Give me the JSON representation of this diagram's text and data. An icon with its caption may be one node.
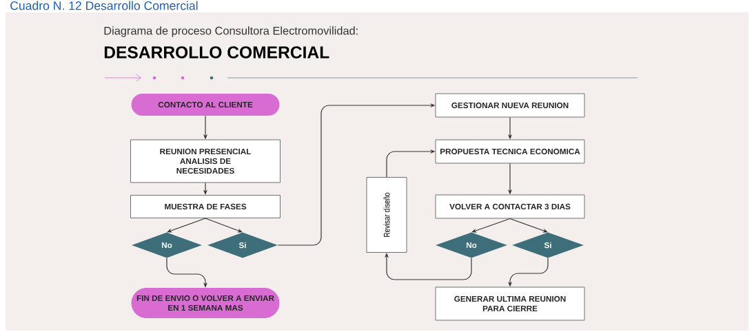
{
  "diagram": {
    "caption": "Cuadro N. 12 Desarrollo Comercial",
    "title": "DESARROLLO COMERCIAL",
    "labels": [
      "Diagrama de proceso Consultora Electromovilidad:"
    ],
    "nodes": [
      {
        "text": [
          "CONTACTO AL CLIENTE"
        ]
      },
      {
        "text": [
          "REUNION PRESENCIAL ANALISIS DE NECESIDADES"
        ]
      },
      {
        "text": [
          "MUESTRA DE FASES"
        ]
      },
      {
        "text": [
          "No"
        ]
      },
      {
        "text": [
          "Si"
        ]
      },
      {
        "text": [
          "FIN DE ENVIO O VOLVER A ENVIAR EN 1 SEMANA MAS"
        ]
      },
      {
        "text": [
          "GESTIONAR NUEVA REUNION"
        ]
      },
      {
        "text": [
          "PROPUESTA TECNICA ECONOMICA"
        ]
      },
      {
        "text": [
          "Revisar diseño"
        ]
      },
      {
        "text": [
          "VOLVER A CONTACTAR 3 DIAS"
        ]
      },
      {
        "text": [
          "No"
        ]
      },
      {
        "text": [
          "Si"
        ]
      },
      {
        "text": [
          "GENERAR ULTIMA REUNION PARA CIERRE"
        ]
      }
    ],
    "edges": [
      {
        "from": 0,
        "to": 1,
        "arrow": "to"
      },
      {
        "from": 1,
        "to": 2,
        "arrow": "to"
      },
      {
        "from": 2,
        "to": 3,
        "arrow": "to"
      },
      {
        "from": 2,
        "to": 4,
        "arrow": "to"
      },
      {
        "from": 3,
        "to": 5,
        "arrow": "to"
      },
      {
        "from": 4,
        "to": 6,
        "arrow": "to"
      },
      {
        "from": 6,
        "to": 7,
        "arrow": "to"
      },
      {
        "from": 7,
        "to": 9,
        "arrow": "to"
      },
      {
        "from": 9,
        "to": 10,
        "arrow": "to"
      },
      {
        "from": 9,
        "to": 11,
        "arrow": "to"
      },
      {
        "from": 10,
        "to": 8,
        "arrow": "to"
      },
      {
        "from": 8,
        "to": 7,
        "arrow": "to"
      },
      {
        "from": 11,
        "to": 12,
        "arrow": "to"
      }
    ]
  }
}
